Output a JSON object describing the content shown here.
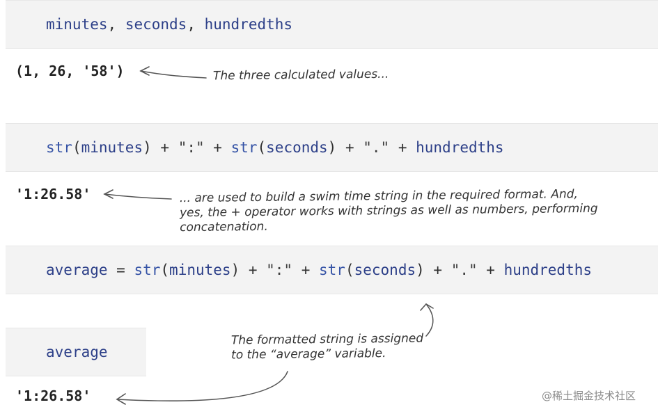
{
  "cells": [
    {
      "tokens": [
        {
          "text": "minutes",
          "kind": "name"
        },
        {
          "text": ", ",
          "kind": "op"
        },
        {
          "text": "seconds",
          "kind": "name"
        },
        {
          "text": ", ",
          "kind": "op"
        },
        {
          "text": "hundredths",
          "kind": "name"
        }
      ],
      "output": "(1, 26, '58')"
    },
    {
      "tokens": [
        {
          "text": "str",
          "kind": "func"
        },
        {
          "text": "(",
          "kind": "op"
        },
        {
          "text": "minutes",
          "kind": "name"
        },
        {
          "text": ") + ",
          "kind": "op"
        },
        {
          "text": "\":\"",
          "kind": "str"
        },
        {
          "text": " + ",
          "kind": "op"
        },
        {
          "text": "str",
          "kind": "func"
        },
        {
          "text": "(",
          "kind": "op"
        },
        {
          "text": "seconds",
          "kind": "name"
        },
        {
          "text": ") + ",
          "kind": "op"
        },
        {
          "text": "\".\"",
          "kind": "str"
        },
        {
          "text": " + ",
          "kind": "op"
        },
        {
          "text": "hundredths",
          "kind": "name"
        }
      ],
      "output": "'1:26.58'"
    },
    {
      "tokens": [
        {
          "text": "average",
          "kind": "name"
        },
        {
          "text": " = ",
          "kind": "op"
        },
        {
          "text": "str",
          "kind": "func"
        },
        {
          "text": "(",
          "kind": "op"
        },
        {
          "text": "minutes",
          "kind": "name"
        },
        {
          "text": ") + ",
          "kind": "op"
        },
        {
          "text": "\":\"",
          "kind": "str"
        },
        {
          "text": " + ",
          "kind": "op"
        },
        {
          "text": "str",
          "kind": "func"
        },
        {
          "text": "(",
          "kind": "op"
        },
        {
          "text": "seconds",
          "kind": "name"
        },
        {
          "text": ") + ",
          "kind": "op"
        },
        {
          "text": "\".\"",
          "kind": "str"
        },
        {
          "text": " + ",
          "kind": "op"
        },
        {
          "text": "hundredths",
          "kind": "name"
        }
      ]
    },
    {
      "tokens": [
        {
          "text": "average",
          "kind": "name"
        }
      ],
      "output": "'1:26.58'"
    }
  ],
  "annotations": {
    "a1": "The three calculated values...",
    "a2_lines": [
      "... are used to build a swim time string in the required format. And,",
      "yes, the + operator works with strings as well as numbers, performing",
      "concatenation."
    ],
    "a3_lines": [
      "The formatted string is assigned",
      "to the “average” variable."
    ]
  },
  "watermark": "@稀土掘金技术社区"
}
